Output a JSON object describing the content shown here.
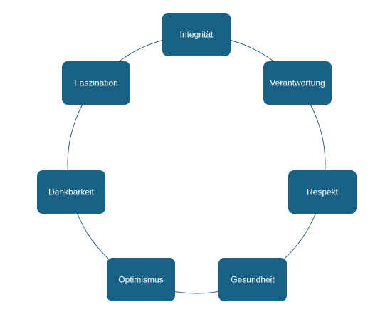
{
  "diagram": {
    "type": "cycle",
    "colors": {
      "node_fill": "#1a6285",
      "node_text": "#ffffff",
      "ring": "#2a5f7e",
      "background": "#ffffff"
    },
    "nodes": [
      {
        "label": "Integrität"
      },
      {
        "label": "Verantwortung"
      },
      {
        "label": "Respekt"
      },
      {
        "label": "Gesundheit"
      },
      {
        "label": "Optimismus"
      },
      {
        "label": "Dankbarkeit"
      },
      {
        "label": "Faszination"
      }
    ]
  }
}
